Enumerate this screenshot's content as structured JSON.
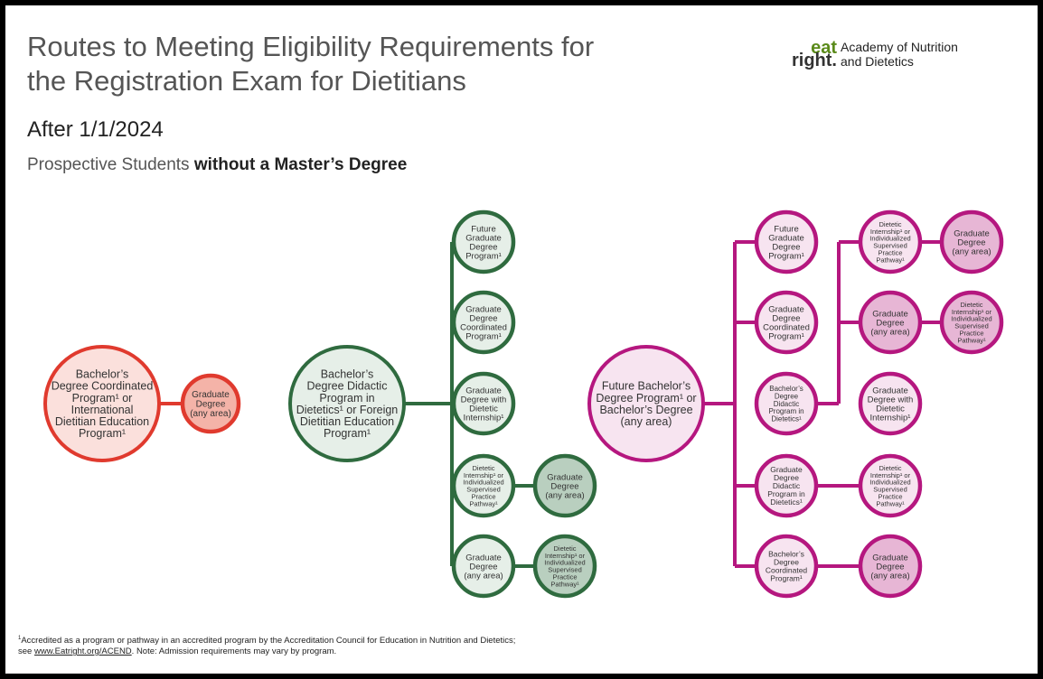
{
  "header": {
    "title": "Routes to Meeting Eligibility Requirements for\nthe Registration Exam for Dietitians",
    "date": "After 1/1/2024",
    "subtitle_plain": "Prospective Students ",
    "subtitle_bold": "without a Master’s Degree"
  },
  "logo": {
    "mark_top": "eat",
    "mark_bottom": "right.",
    "name_line1": "Academy of Nutrition",
    "name_line2": "and Dietetics"
  },
  "footer": {
    "line1": "Accredited as a program or pathway in an accredited program by the Accreditation Council for Education in Nutrition and Dietetics;",
    "line2_pre": "see ",
    "link": "www.Eatright.org/ACEND",
    "line2_post": ". Note: Admission requirements may vary by program.",
    "footnote_mark": "1"
  },
  "colors": {
    "red_stroke": "#e03a2e",
    "red_fill": "#fbe0dc",
    "red_fill_dark": "#f4b3a8",
    "green_stroke": "#2f6b3f",
    "green_fill": "#e6efe8",
    "green_fill_dark": "#b9cfbf",
    "magenta_stroke": "#b5177f",
    "magenta_fill": "#f7e4f0",
    "magenta_fill_dark": "#e7b6d5"
  },
  "nodes": {
    "red_start": [
      "Bachelor’s",
      "Degree Coordinated",
      "Program¹ or",
      "International",
      "Dietitian Education",
      "Program¹"
    ],
    "red_grad": [
      "Graduate",
      "Degree",
      "(any area)"
    ],
    "green_start": [
      "Bachelor’s",
      "Degree Didactic",
      "Program in",
      "Dietetics¹ or Foreign",
      "Dietitian Education",
      "Program¹"
    ],
    "green_b1": [
      "Future",
      "Graduate",
      "Degree",
      "Program¹"
    ],
    "green_b2": [
      "Graduate",
      "Degree",
      "Coordinated",
      "Program¹"
    ],
    "green_b3": [
      "Graduate",
      "Degree with",
      "Dietetic",
      "Internship¹"
    ],
    "green_b4": [
      "Dietetic",
      "Internship¹ or",
      "Individualized",
      "Supervised",
      "Practice",
      "Pathway¹"
    ],
    "green_b4_next": [
      "Graduate",
      "Degree",
      "(any area)"
    ],
    "green_b5": [
      "Graduate",
      "Degree",
      "(any area)"
    ],
    "green_b5_next": [
      "Dietetic",
      "Internship¹ or",
      "Individualized",
      "Supervised",
      "Practice",
      "Pathway¹"
    ],
    "mag_start": [
      "Future Bachelor’s",
      "Degree Program¹ or",
      "Bachelor’s Degree",
      "(any area)"
    ],
    "mag_b1": [
      "Future",
      "Graduate",
      "Degree",
      "Program¹"
    ],
    "mag_b2": [
      "Graduate",
      "Degree",
      "Coordinated",
      "Program¹"
    ],
    "mag_b3": [
      "Bachelor’s",
      "Degree",
      "Didactic",
      "Program in",
      "Dietetics¹"
    ],
    "mag_b4": [
      "Graduate",
      "Degree",
      "Didactic",
      "Program in",
      "Dietetics¹"
    ],
    "mag_b4_next": [
      "Dietetic",
      "Internship¹ or",
      "Individualized",
      "Supervised",
      "Practice",
      "Pathway¹"
    ],
    "mag_b5": [
      "Bachelor’s",
      "Degree",
      "Coordinated",
      "Program¹"
    ],
    "mag_b5_next": [
      "Graduate",
      "Degree",
      "(any area)"
    ],
    "mag_c1": [
      "Dietetic",
      "Internship¹ or",
      "Individualized",
      "Supervised",
      "Practice",
      "Pathway¹"
    ],
    "mag_c1_next": [
      "Graduate",
      "Degree",
      "(any area)"
    ],
    "mag_c2": [
      "Graduate",
      "Degree",
      "(any area)"
    ],
    "mag_c2_next": [
      "Dietetic",
      "Internship¹ or",
      "Individualized",
      "Supervised",
      "Practice",
      "Pathway¹"
    ],
    "mag_c3": [
      "Graduate",
      "Degree with",
      "Dietetic",
      "Internship¹"
    ]
  }
}
